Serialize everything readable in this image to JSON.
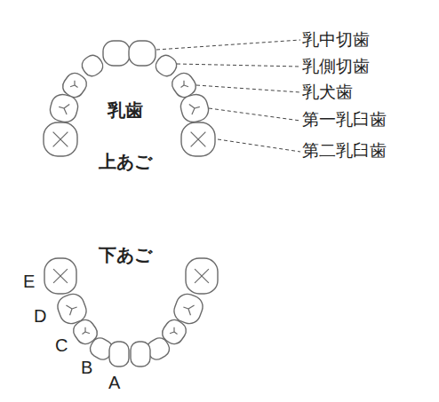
{
  "diagram": {
    "labels": [
      "乳中切歯",
      "乳側切歯",
      "乳犬歯",
      "第一乳臼歯",
      "第二乳臼歯",
      "乳歯",
      "上あご",
      "下あご",
      "E",
      "D",
      "C",
      "B",
      "A"
    ]
  }
}
